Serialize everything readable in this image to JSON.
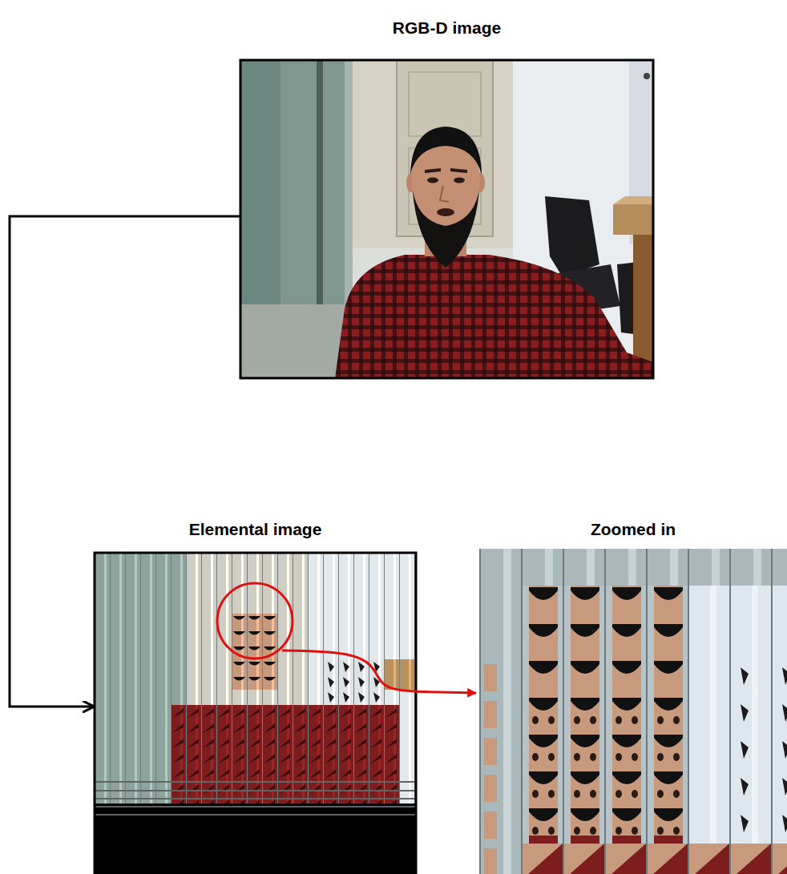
{
  "diagram": {
    "nodes": [
      {
        "text": [
          "RGB-D image"
        ]
      },
      {
        "text": [
          "Elemental image"
        ]
      },
      {
        "text": [
          "Zoomed in"
        ]
      }
    ],
    "edges": [
      {
        "from": 0,
        "to": 1,
        "arrow": "to"
      },
      {
        "from": 1,
        "to": 2,
        "arrow": "to"
      }
    ]
  }
}
